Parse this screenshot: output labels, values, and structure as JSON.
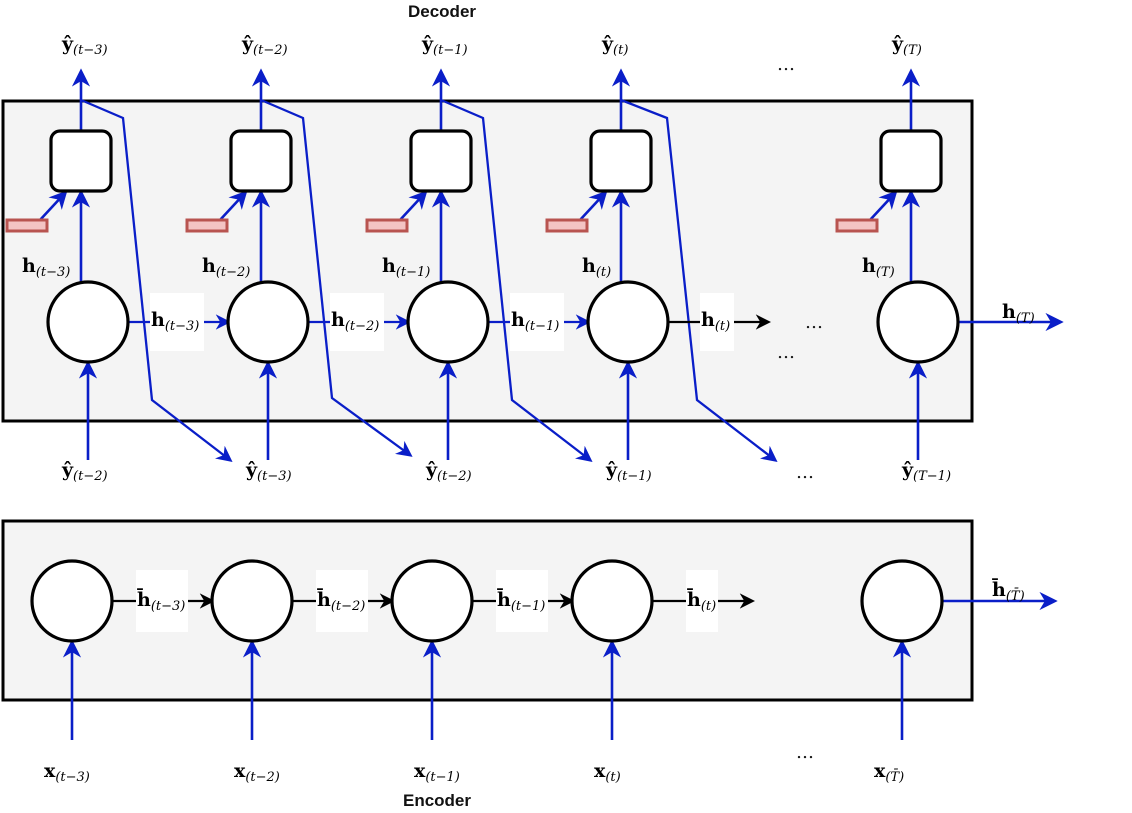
{
  "titles": {
    "decoder": "Decoder",
    "encoder": "Encoder"
  },
  "colors": {
    "arrow_blue": "#0a1ec8",
    "panel_fill": "#f4f4f4",
    "panel_stroke": "#000000",
    "embed_fill": "#f3c4c4",
    "embed_stroke": "#b85450"
  },
  "decoder": {
    "outputs": [
      {
        "sym": "ŷ",
        "sub": "(t−3)"
      },
      {
        "sym": "ŷ",
        "sub": "(t−2)"
      },
      {
        "sym": "ŷ",
        "sub": "(t−1)"
      },
      {
        "sym": "ŷ",
        "sub": "(t)"
      },
      {
        "sym": "ŷ",
        "sub": "(T)"
      }
    ],
    "hidden_up": [
      {
        "sym": "h",
        "sub": "(t−3)"
      },
      {
        "sym": "h",
        "sub": "(t−2)"
      },
      {
        "sym": "h",
        "sub": "(t−1)"
      },
      {
        "sym": "h",
        "sub": "(t)"
      },
      {
        "sym": "h",
        "sub": "(T)"
      }
    ],
    "hidden_right": [
      {
        "sym": "h",
        "sub": "(t−3)"
      },
      {
        "sym": "h",
        "sub": "(t−2)"
      },
      {
        "sym": "h",
        "sub": "(t−1)"
      },
      {
        "sym": "h",
        "sub": "(t)"
      },
      {
        "sym": "h",
        "sub": "(T)"
      }
    ],
    "inputs": [
      {
        "sym": "ŷ",
        "sub": "(t−2)"
      },
      {
        "sym": "ŷ",
        "sub": "(t−3)"
      },
      {
        "sym": "ŷ",
        "sub": "(t−2)"
      },
      {
        "sym": "ŷ",
        "sub": "(t−1)"
      },
      {
        "sym": "ŷ",
        "sub": "(T−1)"
      }
    ],
    "dots": "…"
  },
  "encoder": {
    "hidden_right": [
      {
        "sym": "h̄",
        "sub": "(t−3)"
      },
      {
        "sym": "h̄",
        "sub": "(t−2)"
      },
      {
        "sym": "h̄",
        "sub": "(t−1)"
      },
      {
        "sym": "h̄",
        "sub": "(t)"
      },
      {
        "sym": "h̄",
        "sub": "(T̄)"
      }
    ],
    "inputs": [
      {
        "sym": "x",
        "sub": "(t−3)"
      },
      {
        "sym": "x",
        "sub": "(t−2)"
      },
      {
        "sym": "x",
        "sub": "(t−1)"
      },
      {
        "sym": "x",
        "sub": "(t)"
      },
      {
        "sym": "x",
        "sub": "(T̄)"
      }
    ],
    "dots": "…"
  }
}
